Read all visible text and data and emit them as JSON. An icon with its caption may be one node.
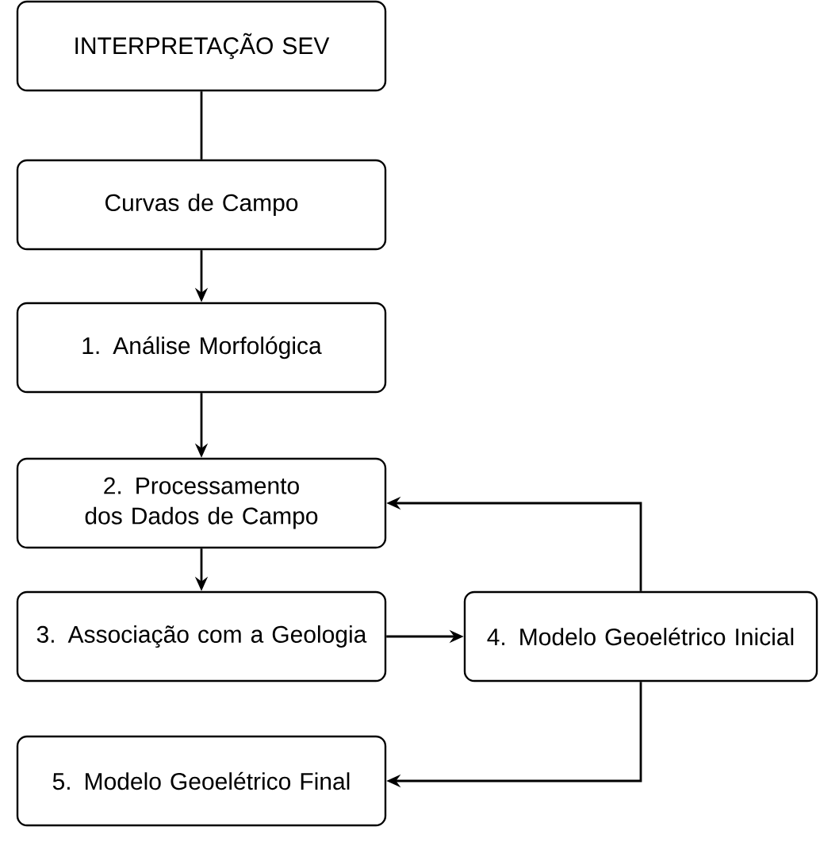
{
  "diagram": {
    "nodes": [
      {
        "text": [
          "INTERPRETAÇÃO SEV"
        ]
      },
      {
        "text": [
          "Curvas de Campo"
        ]
      },
      {
        "text": [
          "1. Análise Morfológica"
        ]
      },
      {
        "text": [
          "2. Processamento dos Dados de Campo"
        ]
      },
      {
        "text": [
          "3. Associação com a Geologia"
        ]
      },
      {
        "text": [
          "4. Modelo Geoelétrico Inicial"
        ]
      },
      {
        "text": [
          "5. Modelo Geoelétrico Final"
        ]
      }
    ],
    "edges": [
      {
        "from": 0,
        "to": 1,
        "arrow": "none"
      },
      {
        "from": 1,
        "to": 2,
        "arrow": "to"
      },
      {
        "from": 2,
        "to": 3,
        "arrow": "to"
      },
      {
        "from": 3,
        "to": 4,
        "arrow": "to"
      },
      {
        "from": 4,
        "to": 5,
        "arrow": "to"
      },
      {
        "from": 5,
        "to": 3,
        "arrow": "to"
      },
      {
        "from": 5,
        "to": 6,
        "arrow": "to"
      }
    ]
  }
}
